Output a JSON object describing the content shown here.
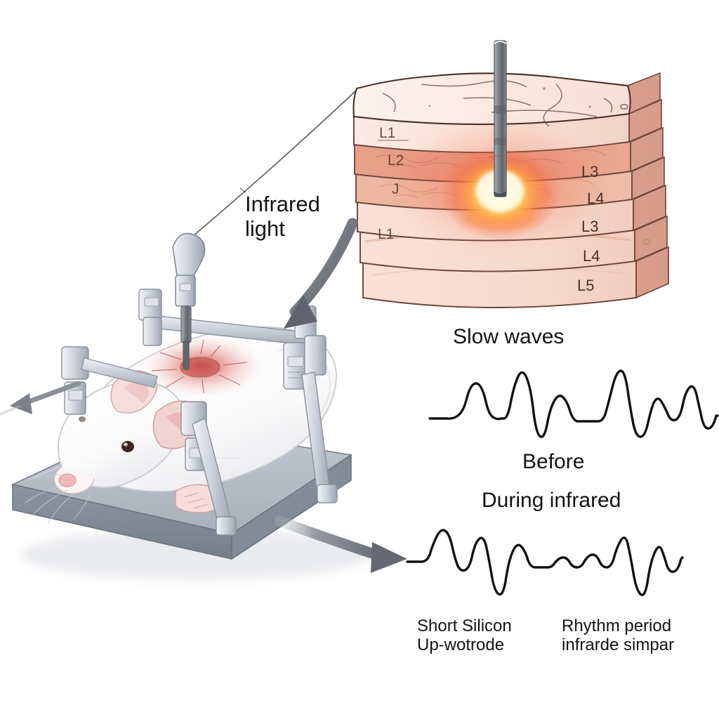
{
  "figure": {
    "type": "scientific-illustration",
    "subject": "Infrared neural stimulation in a rodent on a stereotaxic frame with cortical layer inset and EEG slow-wave traces",
    "background_color": "#ffffff"
  },
  "annotations": {
    "infrared_light": "Infrared\nlight",
    "slow_waves": "Slow waves",
    "before": "Before",
    "during_infrared": "During infrared",
    "caption_left": "Short Silicon\nUp-wotrode",
    "caption_right": "Rhythm period\ninfrarde simpar"
  },
  "cortical_block": {
    "labels_right": [
      "L3",
      "L4",
      "L3",
      "L4",
      "L5"
    ],
    "labels_left": [
      "L1",
      "L2",
      "J",
      "L1"
    ],
    "layer_colors": [
      "#fbeae3",
      "#f9e3da",
      "#e9a18b",
      "#edb29c",
      "#f7ddd3",
      "#f6ded5",
      "#f3d2c6"
    ],
    "glow_core": "#fffbe8",
    "glow_mid": "#ffcc44",
    "glow_outer": "#f4663a",
    "probe_color": "#6f7479"
  },
  "animal_rig": {
    "animal": "white-rat",
    "platform_color": "#9aa0ac",
    "frame_color": "#c6cbd4",
    "craniotomy_color": "#d6534d",
    "fur_color": "#fdfdfd"
  },
  "arrows": {
    "to_animal": "curved-gray-arrow-down-left",
    "to_trace": "curved-gray-arrow-right",
    "ear_bar": "gray-arrow-left",
    "leader": "thin-leader-line"
  },
  "chart_data": [
    {
      "type": "line",
      "title": "Slow waves",
      "series_name": "Before",
      "xlabel": "",
      "ylabel": "",
      "grid": false,
      "legend_position": "below",
      "x": [
        0,
        2,
        4,
        6,
        8,
        10,
        12,
        14,
        16,
        18,
        20,
        22,
        24,
        26,
        28,
        30,
        32,
        34,
        36,
        38,
        40,
        42,
        44,
        46,
        48,
        50,
        52,
        54,
        56,
        58,
        60,
        62,
        64,
        66,
        68,
        70,
        72,
        74,
        76,
        78,
        80,
        82,
        84,
        86,
        88,
        90,
        92,
        94,
        96,
        98,
        100
      ],
      "values": [
        0,
        0,
        0,
        -2,
        -4,
        -2,
        6,
        22,
        30,
        20,
        4,
        -2,
        -3,
        14,
        52,
        62,
        30,
        -34,
        -44,
        -6,
        20,
        30,
        26,
        6,
        0,
        0,
        0,
        1,
        2,
        18,
        60,
        78,
        40,
        -20,
        -36,
        -8,
        22,
        40,
        32,
        8,
        22,
        46,
        30,
        -18,
        -40,
        -6,
        30,
        56,
        40,
        10,
        -2,
        0
      ]
    },
    {
      "type": "line",
      "title": "During infrared",
      "series_name": "During infrared",
      "xlabel": "",
      "ylabel": "",
      "grid": false,
      "legend_position": "above",
      "x": [
        0,
        2,
        4,
        6,
        8,
        10,
        12,
        14,
        16,
        18,
        20,
        22,
        24,
        26,
        28,
        30,
        32,
        34,
        36,
        38,
        40,
        42,
        44,
        46,
        48,
        50,
        52,
        54,
        56,
        58,
        60,
        62,
        64,
        66,
        68,
        70,
        72,
        74,
        76,
        78,
        80,
        82,
        84,
        86,
        88,
        90,
        92,
        94,
        96,
        98,
        100
      ],
      "values": [
        0,
        0,
        2,
        24,
        56,
        66,
        44,
        4,
        -12,
        -6,
        26,
        52,
        56,
        30,
        -30,
        -72,
        -62,
        0,
        44,
        60,
        56,
        30,
        6,
        -2,
        -4,
        0,
        10,
        20,
        14,
        2,
        -2,
        6,
        20,
        16,
        2,
        -4,
        10,
        40,
        62,
        58,
        24,
        -30,
        -76,
        -60,
        -10,
        36,
        60,
        56,
        30,
        4,
        0
      ]
    }
  ]
}
